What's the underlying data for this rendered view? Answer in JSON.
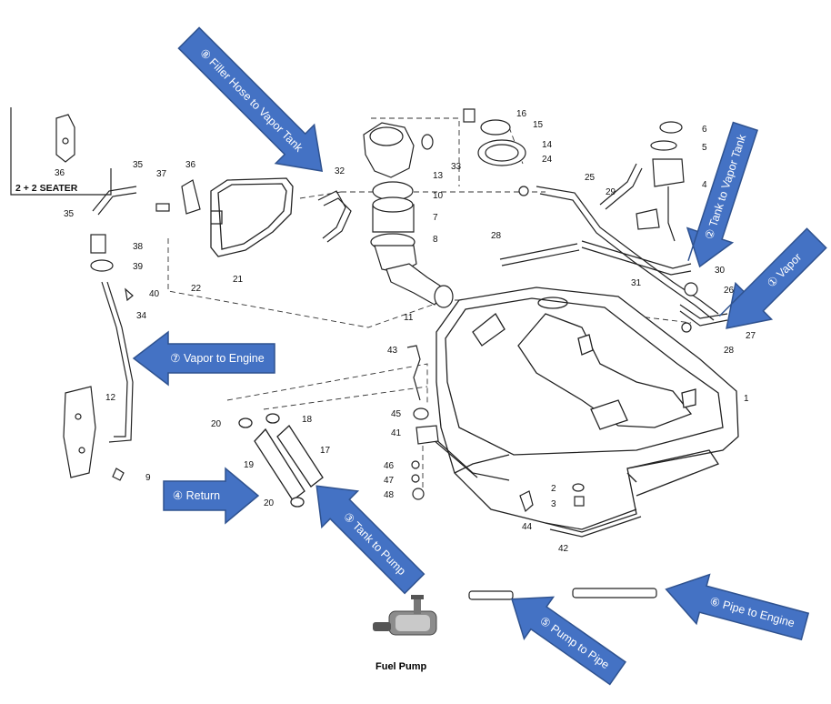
{
  "colors": {
    "arrow_fill": "#4472C4",
    "arrow_stroke": "#2F528F",
    "line": "#222222",
    "arrow_text": "#ffffff"
  },
  "seater_label": "2 + 2 SEATER",
  "fuel_pump_caption": "Fuel Pump",
  "arrows": [
    {
      "key": "a1",
      "label": "① Vapor"
    },
    {
      "key": "a2",
      "label": "② Tank to Vapor Tank"
    },
    {
      "key": "a3",
      "label": "③ Tank to Pump"
    },
    {
      "key": "a4",
      "label": "④ Return"
    },
    {
      "key": "a5",
      "label": "⑤ Pump to Pipe"
    },
    {
      "key": "a6",
      "label": "⑥ Pipe to Engine"
    },
    {
      "key": "a7",
      "label": "⑦ Vapor to Engine"
    },
    {
      "key": "a8",
      "label": "⑧ Filler Hose to Vapor Tank"
    }
  ],
  "part_numbers": {
    "p1": "1",
    "p2": "2",
    "p3": "3",
    "p4": "4",
    "p5": "5",
    "p6": "6",
    "p7": "7",
    "p8": "8",
    "p9": "9",
    "p10": "10",
    "p11": "11",
    "p12": "12",
    "p13": "13",
    "p14": "14",
    "p15": "15",
    "p16": "16",
    "p17": "17",
    "p18": "18",
    "p19": "19",
    "p20a": "20",
    "p20b": "20",
    "p21": "21",
    "p22": "22",
    "p24": "24",
    "p25": "25",
    "p26": "26",
    "p27": "27",
    "p28a": "28",
    "p28b": "28",
    "p29": "29",
    "p30": "30",
    "p31": "31",
    "p32": "32",
    "p33": "33",
    "p34": "34",
    "p35a": "35",
    "p35b": "35",
    "p36a": "36",
    "p36b": "36",
    "p37": "37",
    "p38": "38",
    "p39": "39",
    "p40": "40",
    "p41": "41",
    "p42": "42",
    "p43": "43",
    "p44": "44",
    "p45": "45",
    "p46": "46",
    "p47": "47",
    "p48": "48"
  }
}
